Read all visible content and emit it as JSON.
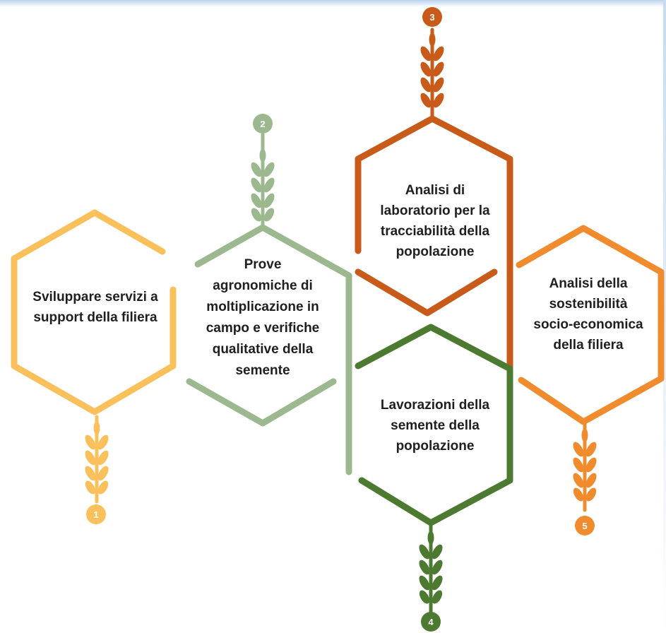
{
  "colors": {
    "step1": "#f9c05b",
    "step2": "#9cb88f",
    "step3": "#c85a1a",
    "step4": "#4d7a31",
    "step5": "#f08b2e"
  },
  "steps": [
    {
      "number": "1",
      "text": "Sviluppare servizi a\nsupport della filiera",
      "icon": "wheat-icon"
    },
    {
      "number": "2",
      "text": "Prove\nagronomiche di\nmoltiplicazione in\ncampo e verifiche\nqualitative della\nsemente",
      "icon": "wheat-icon"
    },
    {
      "number": "3",
      "text": "Analisi di\nlaboratorio per la\ntracciabilità della\npopolazione",
      "icon": "wheat-icon"
    },
    {
      "number": "4",
      "text": "Lavorazioni della\nsemente della\npopolazione",
      "icon": "wheat-icon"
    },
    {
      "number": "5",
      "text": "Analisi della\nsostenibilità\nsocio-economica\ndella filiera",
      "icon": "wheat-icon"
    }
  ]
}
